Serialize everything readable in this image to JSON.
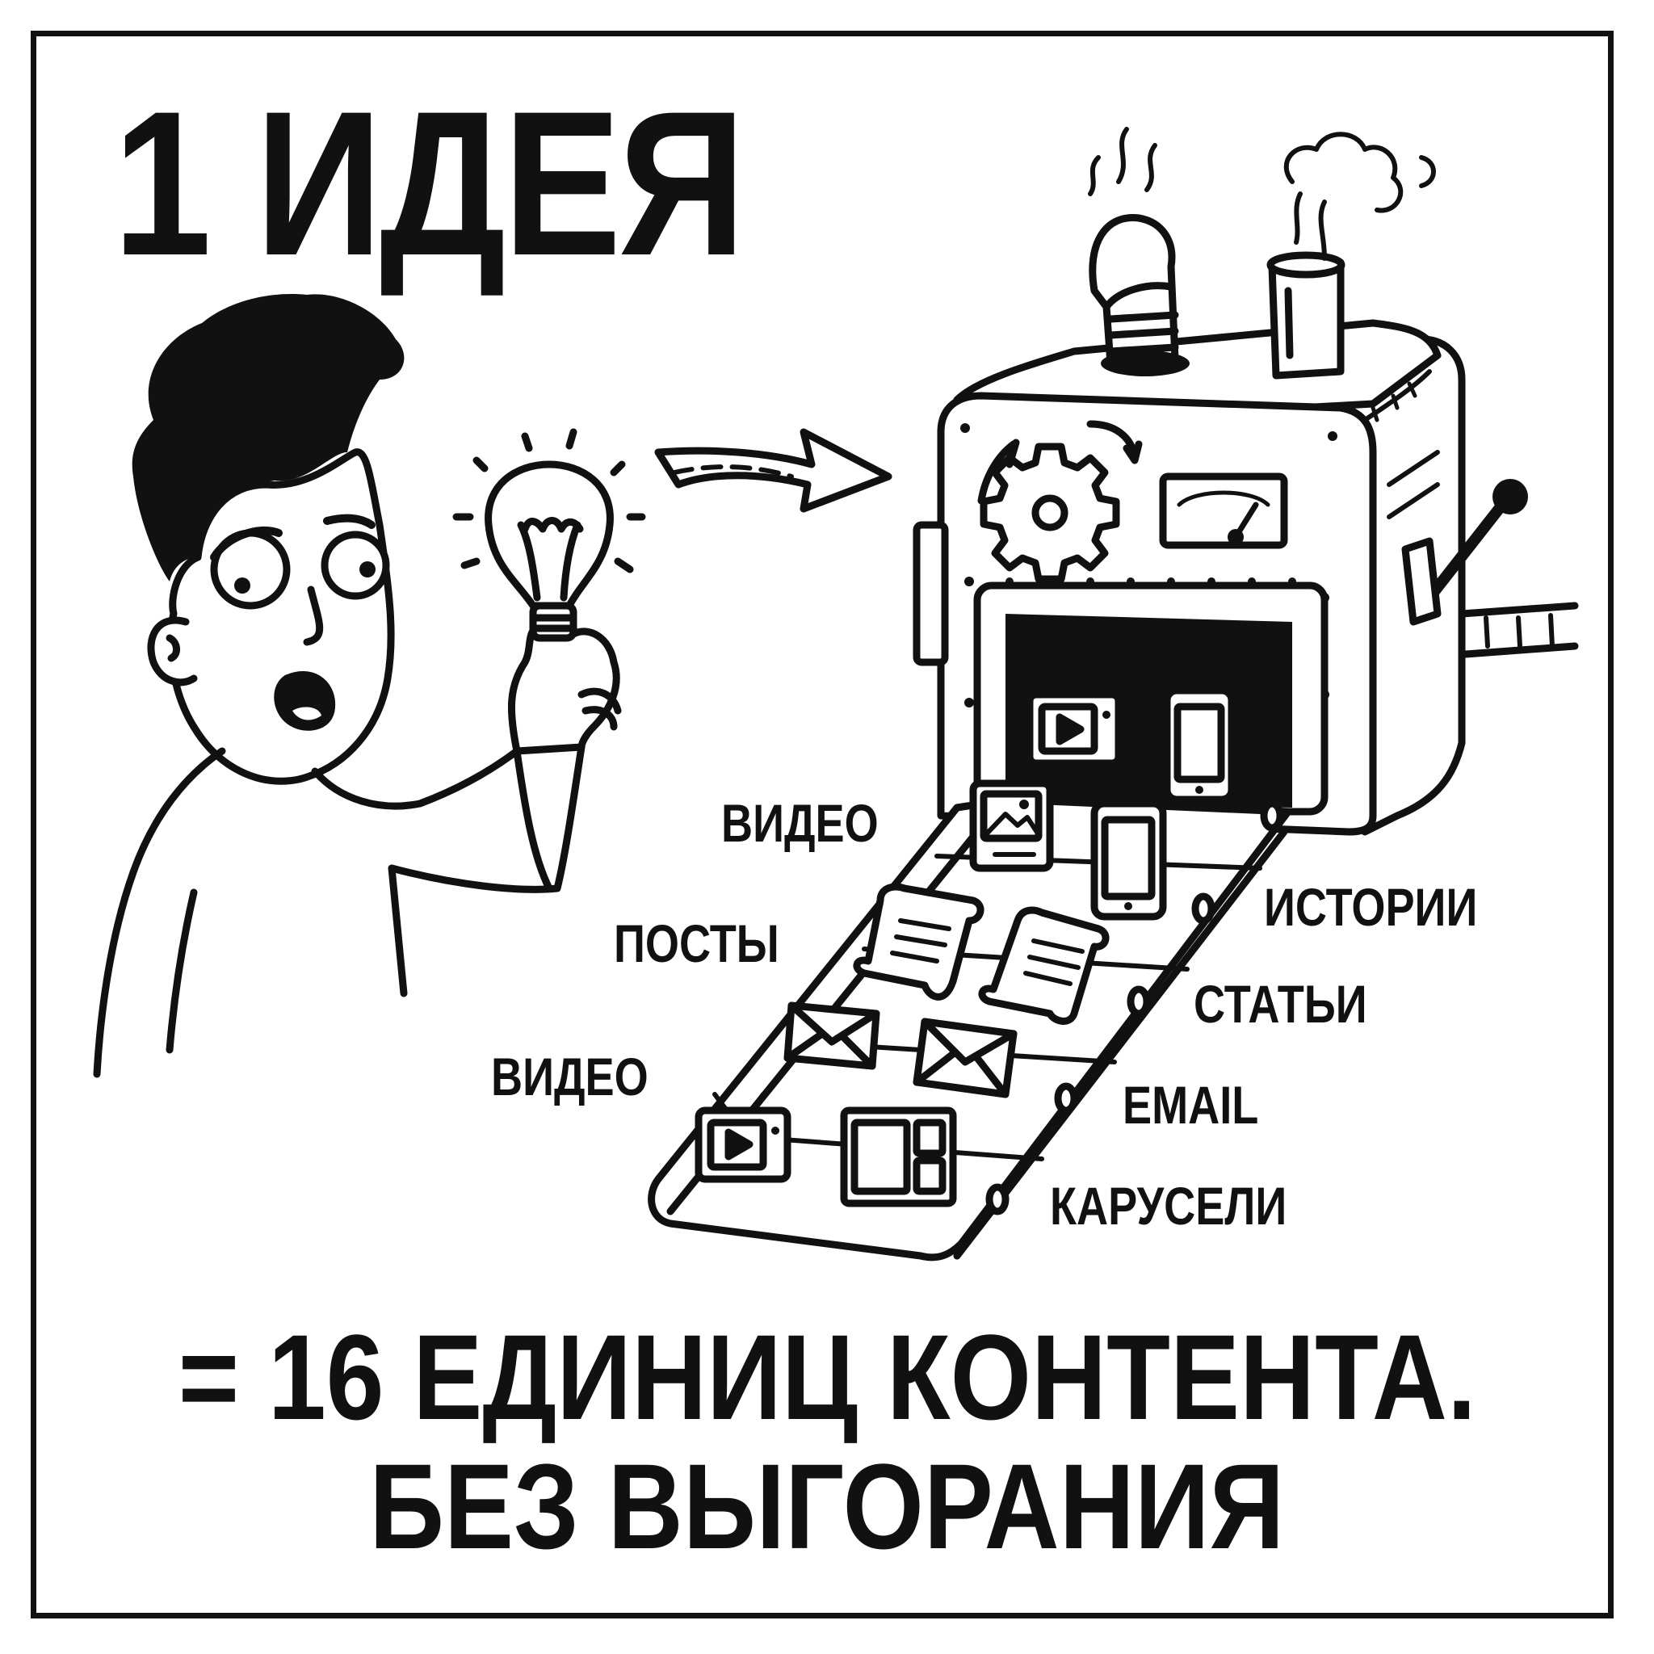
{
  "title": "1 ИДЕЯ",
  "labels": {
    "video_top": "ВИДЕО",
    "posts": "ПОСТЫ",
    "video_bottom": "ВИДЕО",
    "stories": "ИСТОРИИ",
    "articles": "СТАТЬИ",
    "email": "EMAIL",
    "carousels": "КАРУСЕЛИ"
  },
  "footer": {
    "line1": "= 16 ЕДИНИЦ КОНТЕНТА.",
    "line2": "БЕЗ ВЫГОРАНИЯ"
  },
  "colors": {
    "ink": "#111111",
    "paper": "#ffffff"
  }
}
